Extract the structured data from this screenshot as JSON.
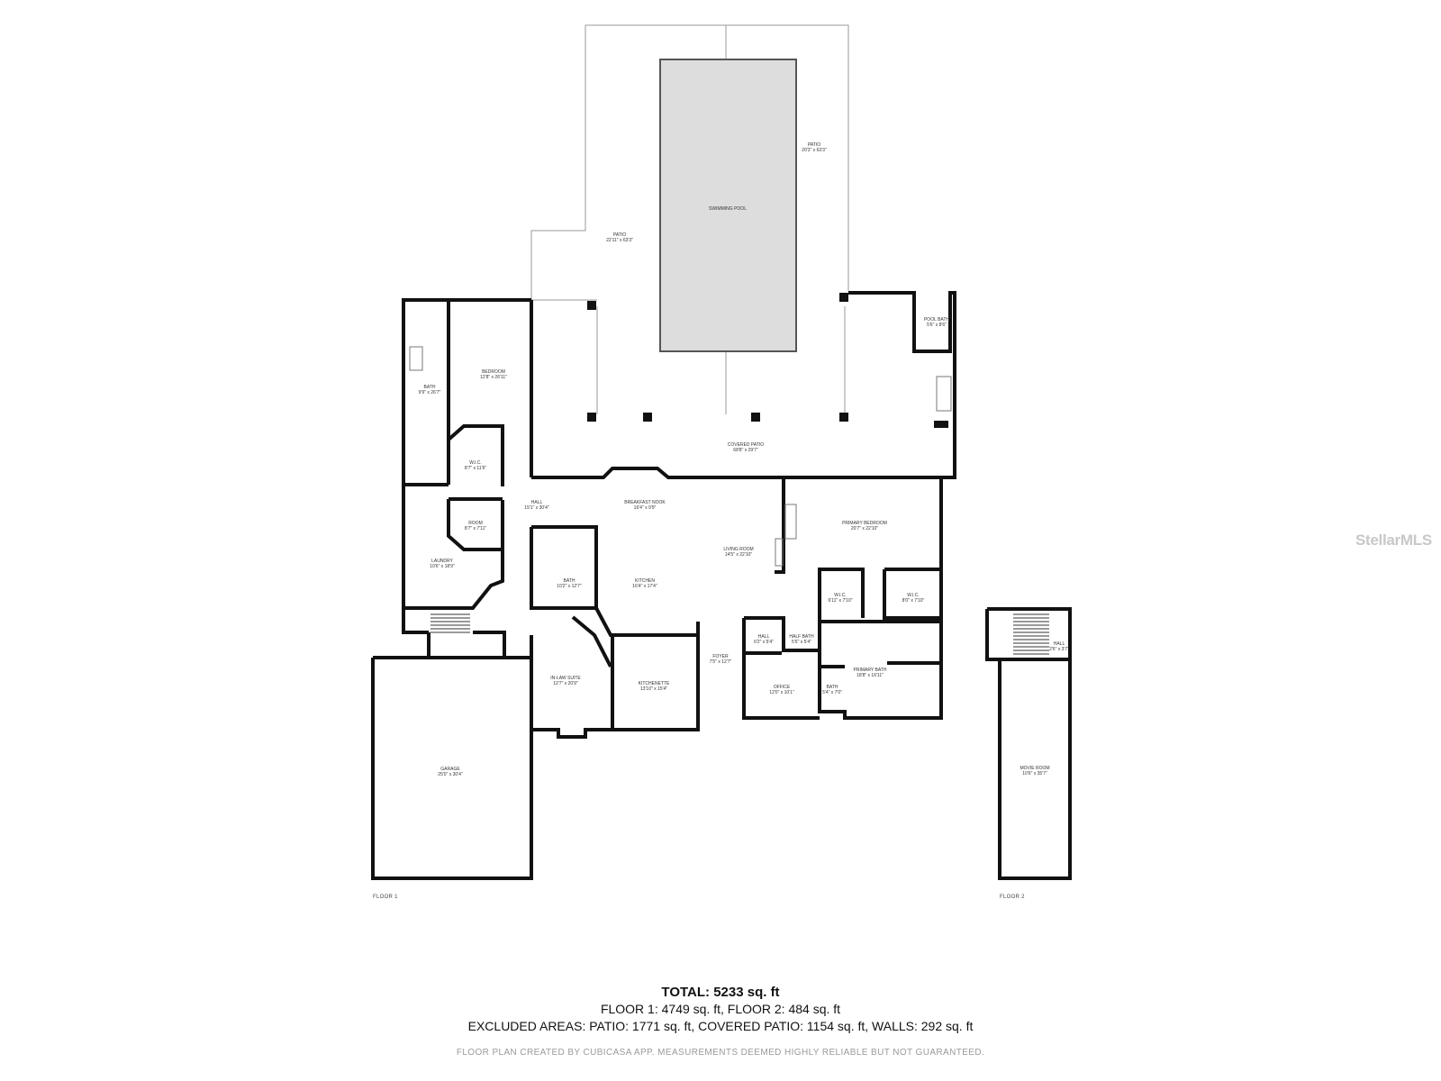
{
  "rooms": {
    "patio_right": {
      "name": "PATIO",
      "dims": "20'3\" x 63'3\""
    },
    "swimming_pool": {
      "name": "SWIMMING POOL",
      "dims": ""
    },
    "patio_left": {
      "name": "PATIO",
      "dims": "22'11\" x 63'3\""
    },
    "pool_bath": {
      "name": "POOL BATH",
      "dims": "5'6\" x 8'6\""
    },
    "bedroom": {
      "name": "BEDROOM",
      "dims": "12'8\" x 26'11\""
    },
    "bath_1": {
      "name": "BATH",
      "dims": "9'9\" x 26'7\""
    },
    "wic_1": {
      "name": "W.I.C.",
      "dims": "8'7\" x 11'6\""
    },
    "covered_patio": {
      "name": "COVERED PATIO",
      "dims": "68'8\" x 29'7\""
    },
    "hall_1": {
      "name": "HALL",
      "dims": "15'1\" x 30'4\""
    },
    "breakfast_nook": {
      "name": "BREAKFAST NOOK",
      "dims": "16'4\" x 9'9\""
    },
    "room": {
      "name": "ROOM",
      "dims": "8'7\" x 7'11\""
    },
    "primary_bedroom": {
      "name": "PRIMARY BEDROOM",
      "dims": "20'7\" x 22'10\""
    },
    "living_room": {
      "name": "LIVING ROOM",
      "dims": "14'5\" x 22'10\""
    },
    "laundry": {
      "name": "LAUNDRY",
      "dims": "10'6\" x 18'9\""
    },
    "bath_2": {
      "name": "BATH",
      "dims": "10'2\" x 12'7\""
    },
    "kitchen": {
      "name": "KITCHEN",
      "dims": "16'4\" x 17'4\""
    },
    "wic_2": {
      "name": "W.I.C.",
      "dims": "6'11\" x 7'10\""
    },
    "wic_3": {
      "name": "W.I.C.",
      "dims": "8'0\" x 7'10\""
    },
    "hall_2": {
      "name": "HALL",
      "dims": "6'2\" x 5'4\""
    },
    "half_bath": {
      "name": "HALF BATH",
      "dims": "5'6\" x 5'4\""
    },
    "foyer": {
      "name": "FOYER",
      "dims": "7'5\" x 12'7\""
    },
    "primary_bath": {
      "name": "PRIMARY BATH",
      "dims": "18'8\" x 16'11\""
    },
    "in_law_suite": {
      "name": "IN-LAW SUITE",
      "dims": "12'7\" x 20'9\""
    },
    "kitchenette": {
      "name": "KITCHENETTE",
      "dims": "13'10\" x 15'4\""
    },
    "office": {
      "name": "OFFICE",
      "dims": "12'0\" x 10'1\""
    },
    "bath_3": {
      "name": "BATH",
      "dims": "5'4\" x 7'0\""
    },
    "garage": {
      "name": "GARAGE",
      "dims": "25'0\" x 30'4\""
    },
    "hall_3": {
      "name": "HALL",
      "dims": "2'6\" x 3'7\""
    },
    "movie_room": {
      "name": "MOVIE ROOM",
      "dims": "10'6\" x 35'7\""
    }
  },
  "floor_labels": {
    "floor_1": "FLOOR 1",
    "floor_2": "FLOOR 2"
  },
  "summary": {
    "total": "TOTAL: 5233 sq. ft",
    "floors": "FLOOR 1: 4749 sq. ft, FLOOR 2: 484 sq. ft",
    "excluded": "EXCLUDED AREAS: PATIO: 1771 sq. ft, COVERED PATIO: 1154 sq. ft, WALLS: 292 sq. ft"
  },
  "disclaimer": "FLOOR PLAN CREATED BY CUBICASA APP. MEASUREMENTS DEEMED HIGHLY RELIABLE BUT NOT GUARANTEED.",
  "watermark": "StellarMLS",
  "colors": {
    "wall": "#111111",
    "pool_fill": "#dddddd",
    "outline": "#999999"
  }
}
